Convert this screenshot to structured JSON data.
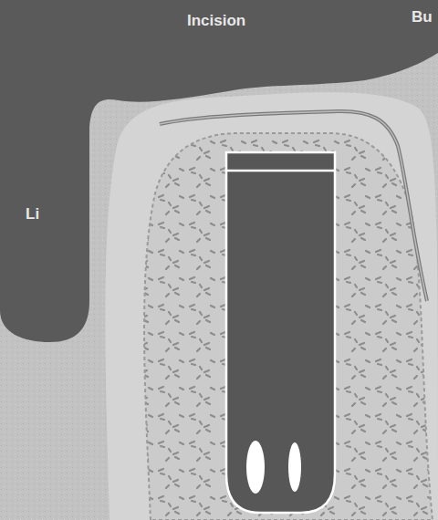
{
  "diagram": {
    "labels": [
      "Incision",
      "Bu",
      "Li"
    ]
  }
}
